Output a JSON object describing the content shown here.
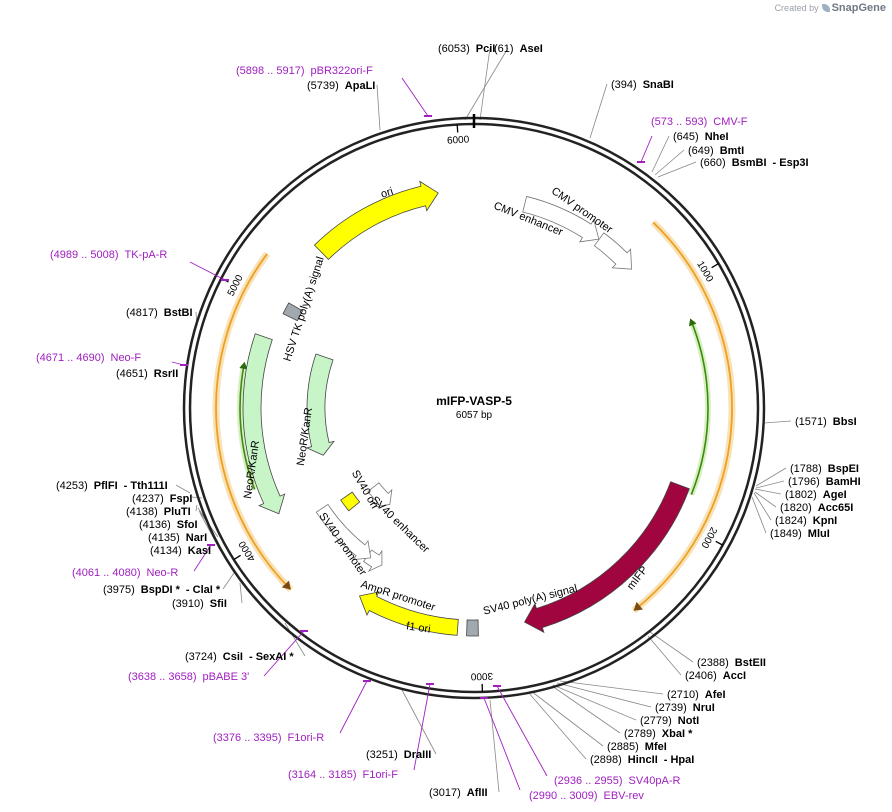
{
  "brand": {
    "prefix": "Created by",
    "name": "SnapGene"
  },
  "plasmid": {
    "name": "mIFP-VASP-5",
    "size_label": "6057 bp",
    "length": 6057
  },
  "ticks": [
    {
      "bp": 1000,
      "label": "1000"
    },
    {
      "bp": 2000,
      "label": "2000"
    },
    {
      "bp": 3000,
      "label": "3000"
    },
    {
      "bp": 4000,
      "label": "4000"
    },
    {
      "bp": 5000,
      "label": "5000"
    },
    {
      "bp": 6000,
      "label": "6000"
    }
  ],
  "features": [
    {
      "name": "CMV enhancer",
      "start": 235,
      "end": 614,
      "direction": "forward",
      "color": "#ffffff"
    },
    {
      "name": "CMV promoter",
      "start": 615,
      "end": 818,
      "direction": "forward",
      "color": "#ffffff"
    },
    {
      "name": "mIFP",
      "start": 1860,
      "end": 2805,
      "direction": "forward",
      "color": "#a0053f"
    },
    {
      "name": "SV40 poly(A) signal",
      "start": 2930,
      "end": 3051,
      "direction": "none",
      "color": "#a0a8b0"
    },
    {
      "name": "f1 ori",
      "start": 3100,
      "end": 3556,
      "direction": "forward",
      "color": "#ffff00"
    },
    {
      "name": "AmpR promoter",
      "start": 3582,
      "end": 3686,
      "direction": "reverse",
      "color": "#ffffff"
    },
    {
      "name": "SV40 promoter",
      "start": 3687,
      "end": 4016,
      "direction": "reverse",
      "color": "#ffffff"
    },
    {
      "name": "SV40 ori",
      "start": 3867,
      "end": 4003,
      "direction": "none",
      "color": "#ffff00"
    },
    {
      "name": "SV40 enhancer",
      "start": 3750,
      "end": 3950,
      "direction": "reverse",
      "color": "#ffffff"
    },
    {
      "name": "NeoR/KanR",
      "start": 4064,
      "end": 4858,
      "direction": "reverse",
      "color": "#c8f5c8"
    },
    {
      "name": "NeoR/KanR",
      "start": 4064,
      "end": 4858,
      "direction": "reverse",
      "color": "#c8f5c8"
    },
    {
      "name": "HSV TK poly(A) signal",
      "start": 5027,
      "end": 5050,
      "direction": "none",
      "color": "#a0a8b0"
    },
    {
      "name": "ori",
      "start": 5310,
      "end": 5898,
      "direction": "forward",
      "color": "#ffff00"
    }
  ],
  "orfs": [
    {
      "start": 740,
      "end": 2385,
      "direction": "forward"
    },
    {
      "start": 3790,
      "end": 5160,
      "direction": "reverse"
    }
  ],
  "sites": [
    {
      "pos": "(6053)",
      "name": "PciI",
      "ext": ""
    },
    {
      "pos": "(61)",
      "name": "AseI",
      "ext": ""
    },
    {
      "pos": "(394)",
      "name": "SnaBI",
      "ext": ""
    },
    {
      "pos": "(645)",
      "name": "NheI",
      "ext": ""
    },
    {
      "pos": "(649)",
      "name": "BmtI",
      "ext": ""
    },
    {
      "pos": "(660)",
      "name": "BsmBI",
      "ext": "- Esp3I"
    },
    {
      "pos": "(1571)",
      "name": "BbsI",
      "ext": ""
    },
    {
      "pos": "(1788)",
      "name": "BspEI",
      "ext": ""
    },
    {
      "pos": "(1796)",
      "name": "BamHI",
      "ext": ""
    },
    {
      "pos": "(1802)",
      "name": "AgeI",
      "ext": ""
    },
    {
      "pos": "(1820)",
      "name": "Acc65I",
      "ext": ""
    },
    {
      "pos": "(1824)",
      "name": "KpnI",
      "ext": ""
    },
    {
      "pos": "(1849)",
      "name": "MluI",
      "ext": ""
    },
    {
      "pos": "(2388)",
      "name": "BstEII",
      "ext": ""
    },
    {
      "pos": "(2406)",
      "name": "AccI",
      "ext": ""
    },
    {
      "pos": "(2710)",
      "name": "AfeI",
      "ext": ""
    },
    {
      "pos": "(2739)",
      "name": "NruI",
      "ext": ""
    },
    {
      "pos": "(2779)",
      "name": "NotI",
      "ext": ""
    },
    {
      "pos": "(2789)",
      "name": "XbaI *",
      "ext": ""
    },
    {
      "pos": "(2885)",
      "name": "MfeI",
      "ext": ""
    },
    {
      "pos": "(2898)",
      "name": "HincII",
      "ext": "- HpaI"
    },
    {
      "pos": "(3017)",
      "name": "AflII",
      "ext": ""
    },
    {
      "pos": "(3251)",
      "name": "DraIII",
      "ext": ""
    },
    {
      "pos": "(3724)",
      "name": "CsiI",
      "ext": "- SexAI *"
    },
    {
      "pos": "(3910)",
      "name": "SfiI",
      "ext": ""
    },
    {
      "pos": "(3975)",
      "name": "BspDI *",
      "ext": "- ClaI *"
    },
    {
      "pos": "(4134)",
      "name": "KasI",
      "ext": ""
    },
    {
      "pos": "(4135)",
      "name": "NarI",
      "ext": ""
    },
    {
      "pos": "(4136)",
      "name": "SfoI",
      "ext": ""
    },
    {
      "pos": "(4138)",
      "name": "PluTI",
      "ext": ""
    },
    {
      "pos": "(4237)",
      "name": "FspI",
      "ext": ""
    },
    {
      "pos": "(4253)",
      "name": "PflFI",
      "ext": "- Tth111I"
    },
    {
      "pos": "(4651)",
      "name": "RsrII",
      "ext": ""
    },
    {
      "pos": "(4817)",
      "name": "BstBI",
      "ext": ""
    },
    {
      "pos": "(5739)",
      "name": "ApaLI",
      "ext": ""
    }
  ],
  "primers": [
    {
      "name": "pBR322ori-F",
      "range": "(5898 .. 5917)"
    },
    {
      "name": "CMV-F",
      "range": "(573 .. 593)"
    },
    {
      "name": "TK-pA-R",
      "range": "(4989 .. 5008)"
    },
    {
      "name": "Neo-F",
      "range": "(4671 .. 4690)"
    },
    {
      "name": "Neo-R",
      "range": "(4061 .. 4080)"
    },
    {
      "name": "pBABE 3'",
      "range": "(3638 .. 3658)"
    },
    {
      "name": "F1ori-R",
      "range": "(3376 .. 3395)"
    },
    {
      "name": "F1ori-F",
      "range": "(3164 .. 3185)"
    },
    {
      "name": "SV40pA-R",
      "range": "(2936 .. 2955)"
    },
    {
      "name": "EBV-rev",
      "range": "(2990 .. 3009)"
    }
  ],
  "colors": {
    "backbone": "#222222",
    "orf": "#f0a020",
    "primer": "#a020c0",
    "site_line": "#888888"
  }
}
